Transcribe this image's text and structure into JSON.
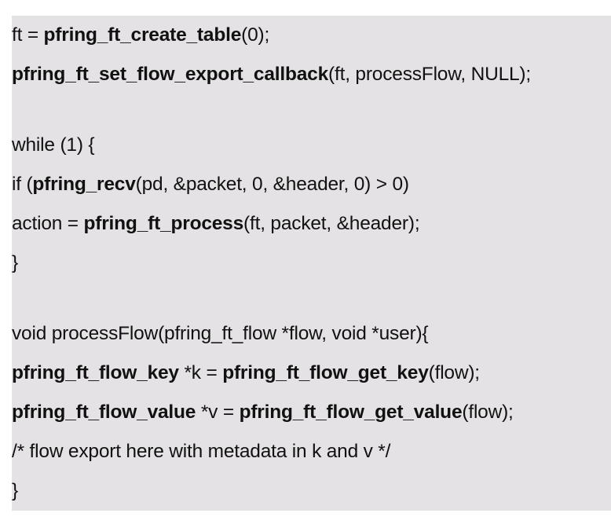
{
  "code_lines": [
    {
      "segments": [
        {
          "t": "ft = "
        },
        {
          "t": "pfring_ft_create_table",
          "b": true
        },
        {
          "t": "(0);"
        }
      ]
    },
    {
      "segments": [
        {
          "t": "pfring_ft_set_flow_export_callback",
          "b": true
        },
        {
          "t": "(ft, processFlow, NULL);"
        }
      ]
    },
    {
      "blank": true,
      "segments": []
    },
    {
      "segments": [
        {
          "t": "while (1) {"
        }
      ]
    },
    {
      "segments": [
        {
          "t": "if ("
        },
        {
          "t": "pfring_recv",
          "b": true
        },
        {
          "t": "(pd, &packet, 0, &header, 0) > 0)"
        }
      ]
    },
    {
      "segments": [
        {
          "t": "action = "
        },
        {
          "t": "pfring_ft_process",
          "b": true
        },
        {
          "t": "(ft, packet, &header);"
        }
      ]
    },
    {
      "segments": [
        {
          "t": "}"
        }
      ]
    },
    {
      "blank": true,
      "segments": []
    },
    {
      "segments": [
        {
          "t": "void processFlow(pfring_ft_flow *flow, void *user){"
        }
      ]
    },
    {
      "segments": [
        {
          "t": "pfring_ft_flow_key",
          "b": true
        },
        {
          "t": " *k = "
        },
        {
          "t": "pfring_ft_flow_get_key",
          "b": true
        },
        {
          "t": "(flow);"
        }
      ]
    },
    {
      "segments": [
        {
          "t": "pfring_ft_flow_value",
          "b": true
        },
        {
          "t": " *v = "
        },
        {
          "t": "pfring_ft_flow_get_value",
          "b": true
        },
        {
          "t": "(flow);"
        }
      ]
    },
    {
      "segments": [
        {
          "t": "/* flow export here with metadata in k and v */"
        }
      ]
    },
    {
      "segments": [
        {
          "t": "}"
        }
      ]
    }
  ]
}
